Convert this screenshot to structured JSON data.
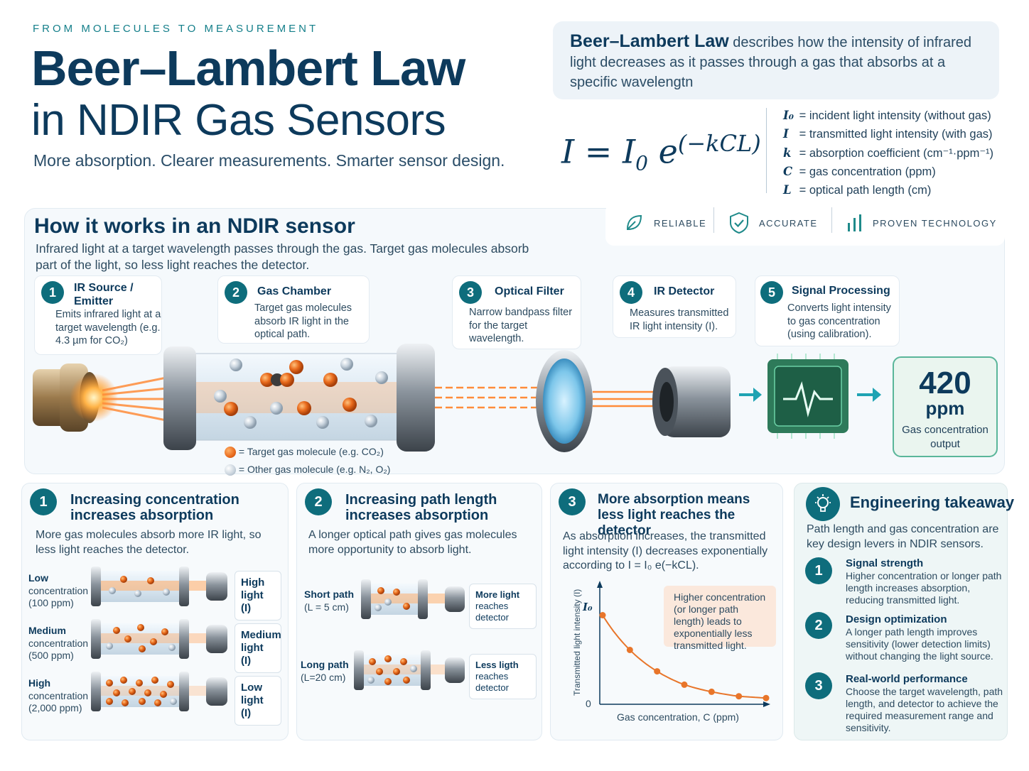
{
  "header": {
    "kicker": "FROM MOLECULES TO MEASUREMENT",
    "title_line1": "Beer–Lambert Law",
    "title_line2": "in NDIR Gas Sensors",
    "tagline": "More absorption. Clearer measurements. Smarter sensor design."
  },
  "definition": {
    "term": "Beer–Lambert Law",
    "text": "describes how the intensity of infrared light decreases as it passes through a gas that absorbs at a specific wavelengtn"
  },
  "formula": {
    "lhs": "I",
    "i0": "I",
    "i0_sub": "0",
    "e": "e",
    "exponent": "(−kCL)"
  },
  "variables": [
    {
      "sym": "I₀",
      "desc": "= incident light intensity (without gas)"
    },
    {
      "sym": "I",
      "desc": "= transmitted light intensity (with gas)"
    },
    {
      "sym": "k",
      "desc": "= absorption coefficient (cm⁻¹·ppm⁻¹)"
    },
    {
      "sym": "C",
      "desc": "= gas concentration (ppm)"
    },
    {
      "sym": "L",
      "desc": "= optical path length (cm)"
    }
  ],
  "badges": [
    {
      "label": "RELIABLE",
      "icon": "leaf-icon"
    },
    {
      "label": "ACCURATE",
      "icon": "shield-check-icon"
    },
    {
      "label": "PROVEN TECHNOLOGY",
      "icon": "bar-signal-icon"
    }
  ],
  "how": {
    "title": "How it works in an NDIR sensor",
    "desc": "Infrared light at a target wavelength passes through the gas. Target gas molecules absorb part of the light, so less light reaches the detector."
  },
  "steps": [
    {
      "num": "1",
      "title": "IR Source / Emitter",
      "desc": "Emits infrared light at a target wavelength (e.g. 4.3 µm for CO₂)"
    },
    {
      "num": "2",
      "title": "Gas Chamber",
      "desc": "Target gas molecules absorb IR light in the optical path."
    },
    {
      "num": "3",
      "title": "Optical Filter",
      "desc": "Narrow bandpass filter for the target wavelength."
    },
    {
      "num": "4",
      "title": "IR Detector",
      "desc": "Measures transmitted IR light intensity (I)."
    },
    {
      "num": "5",
      "title": "Signal Processing",
      "desc": "Converts light intensity to gas concentration (using calibration)."
    }
  ],
  "output": {
    "value": "420",
    "unit": "ppm",
    "label": "Gas concentration output"
  },
  "legend": {
    "target": "= Target gas molecule (e.g. CO₂)",
    "other": "= Other gas molecule (e.g. N₂, O₂)"
  },
  "panel1": {
    "num": "1",
    "title": "Increasing concentration increases absorption",
    "desc": "More gas molecules absorb more IR light, so less light reaches the detector.",
    "rows": [
      {
        "level": "Low",
        "sub": "concentration",
        "ppm": "(100 ppm)",
        "light": "High light (I)"
      },
      {
        "level": "Medium",
        "sub": "concentration",
        "ppm": "(500 ppm)",
        "light": "Medium light (I)"
      },
      {
        "level": "High",
        "sub": "concentration",
        "ppm": "(2,000 ppm)",
        "light": "Low light (I)"
      }
    ]
  },
  "panel2": {
    "num": "2",
    "title": "Increasing path length increases absorption",
    "desc": "A longer optical path gives gas molecules more opportunity to absorb light.",
    "rows": [
      {
        "label": "Short path",
        "value": "(L = 5 cm)",
        "light_bold": "More light",
        "light_rest": "reaches detector"
      },
      {
        "label": "Long path",
        "value": "(L=20 cm)",
        "light_bold": "Less ligth",
        "light_rest": "reaches detector"
      }
    ]
  },
  "panel3": {
    "num": "3",
    "title": "More absorption means less light reaches the detector",
    "desc": "As absorption increases, the transmitted light intensity (I) decreases exponentially according to I = I₀ e(−kCL).",
    "note": "Higher concentration (or longer path length) leads to exponentially less transmitted light."
  },
  "chart_data": {
    "type": "line",
    "xlabel": "Gas concentration, C (ppm)",
    "ylabel": "Transmitted light intensity (I)",
    "y_tick_top": "I₀",
    "y_tick_zero": "0",
    "series": [
      {
        "values": [
          1.0,
          0.61,
          0.37,
          0.22,
          0.14,
          0.09,
          0.07
        ]
      }
    ],
    "x": [
      0,
      1,
      2,
      3,
      4,
      5,
      6
    ],
    "ylim": [
      0,
      1.1
    ],
    "grid": false,
    "color": "#e8752a"
  },
  "engineering": {
    "title": "Engineering takeaway",
    "desc": "Path length and gas concentration are key design levers in NDIR sensors.",
    "items": [
      {
        "num": "1",
        "title": "Signal strength",
        "desc": "Higher concentration or longer path length increases absorption, reducing transmitted light."
      },
      {
        "num": "2",
        "title": "Design optimization",
        "desc": "A longer path length improves sensitivity (lower detection limits) without changing the light source."
      },
      {
        "num": "3",
        "title": "Real-world performance",
        "desc": "Choose the target wavelength, path length, and detector to achieve the required measurement range and sensitivity."
      }
    ]
  },
  "colors": {
    "navy": "#0d3a5c",
    "teal": "#0e6d7c",
    "orange": "#e86a1c",
    "green": "#5ab69a"
  }
}
